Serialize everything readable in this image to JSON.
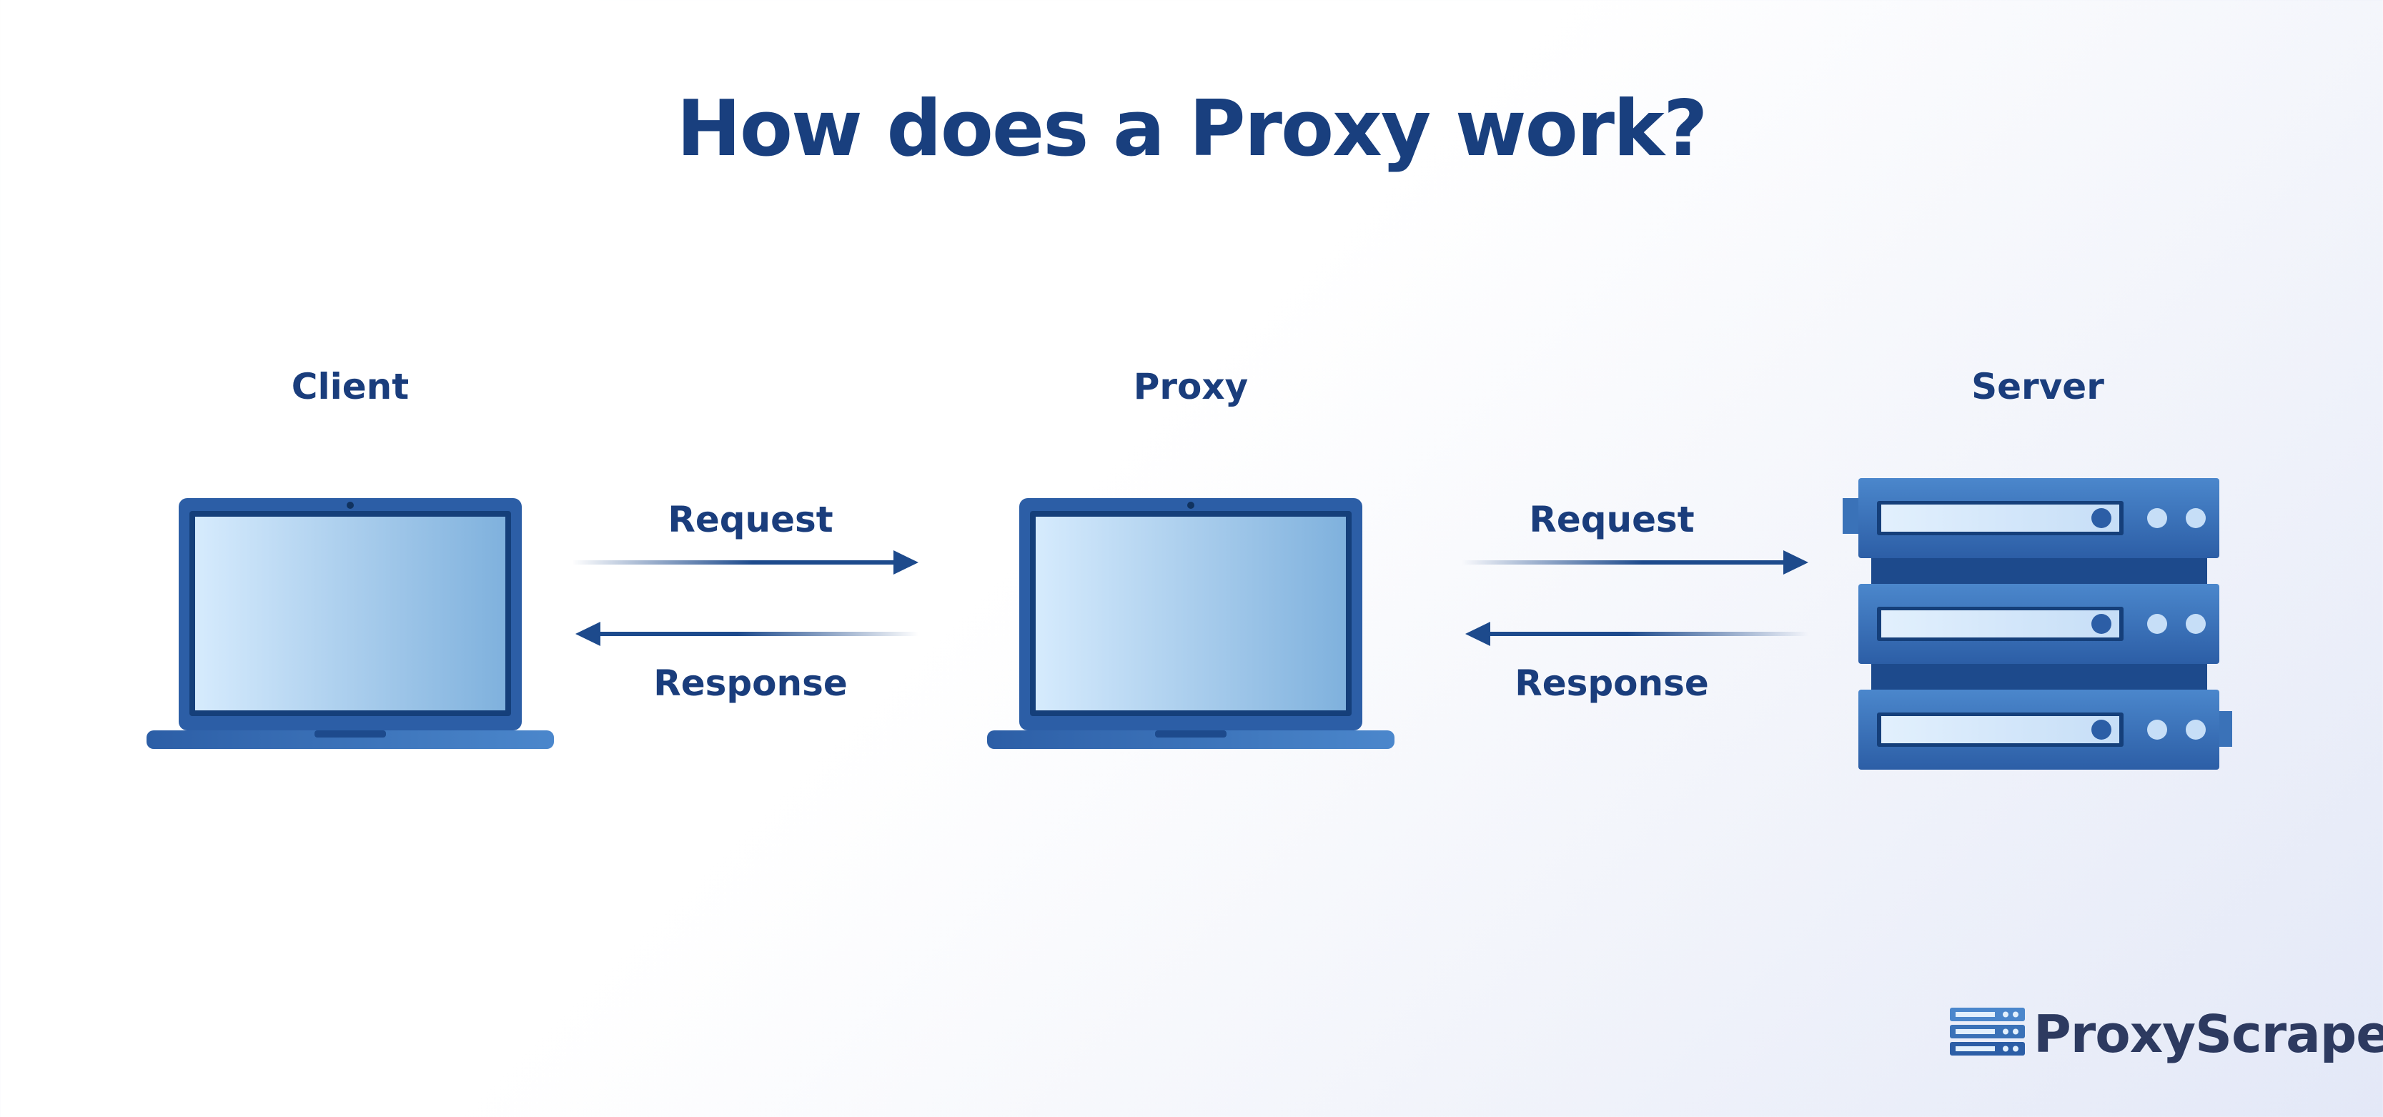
{
  "title": "How does a Proxy work?",
  "nodes": {
    "client": "Client",
    "proxy": "Proxy",
    "server": "Server"
  },
  "links": {
    "client_to_proxy": {
      "request": "Request",
      "response": "Response"
    },
    "proxy_to_server": {
      "request": "Request",
      "response": "Response"
    }
  },
  "brand": {
    "name": "ProxyScrape",
    "icon": "server-stack-logo-icon"
  },
  "colors": {
    "title": "#193f7e",
    "device_dark": "#1d4a8c",
    "device_mid": "#3a72b8",
    "screen_light": "#d6ebfd",
    "screen_dark": "#7fb1dd"
  }
}
